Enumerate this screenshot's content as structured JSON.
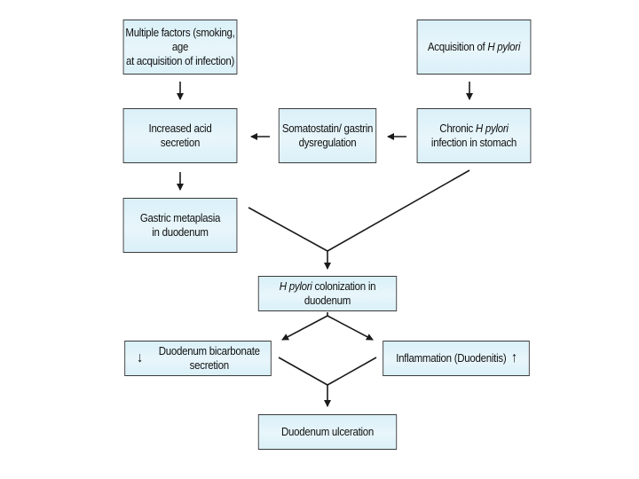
{
  "nodes": {
    "multiple_factors": {
      "line1": "Multiple factors (smoking, age",
      "line2": "at acquisition of infection)"
    },
    "acquisition": {
      "pre": "Acquisition of ",
      "em": "H pylori"
    },
    "increased_acid": {
      "line1": "Increased acid",
      "line2": "secretion"
    },
    "somatostatin": {
      "line1": "Somatostatin/ gastrin",
      "line2": "dysregulation"
    },
    "chronic": {
      "pre": "Chronic ",
      "em": "H pylori",
      "line2": "infection in stomach"
    },
    "gastric_metaplasia": {
      "line1": "Gastric metaplasia",
      "line2": "in duodenum"
    },
    "colonization": {
      "em": "H pylori",
      "post": " colonization in duodenum"
    },
    "bicarbonate": {
      "arrow": "↓",
      "label": "Duodenum bicarbonate secretion"
    },
    "inflammation": {
      "label": "Inflammation (Duodenitis)",
      "arrow": "↑"
    },
    "ulceration": {
      "label": "Duodenum ulceration"
    }
  },
  "colors": {
    "box_fill": "#daf0f8",
    "box_border": "#3a3a3a",
    "line": "#1a1a1a"
  }
}
